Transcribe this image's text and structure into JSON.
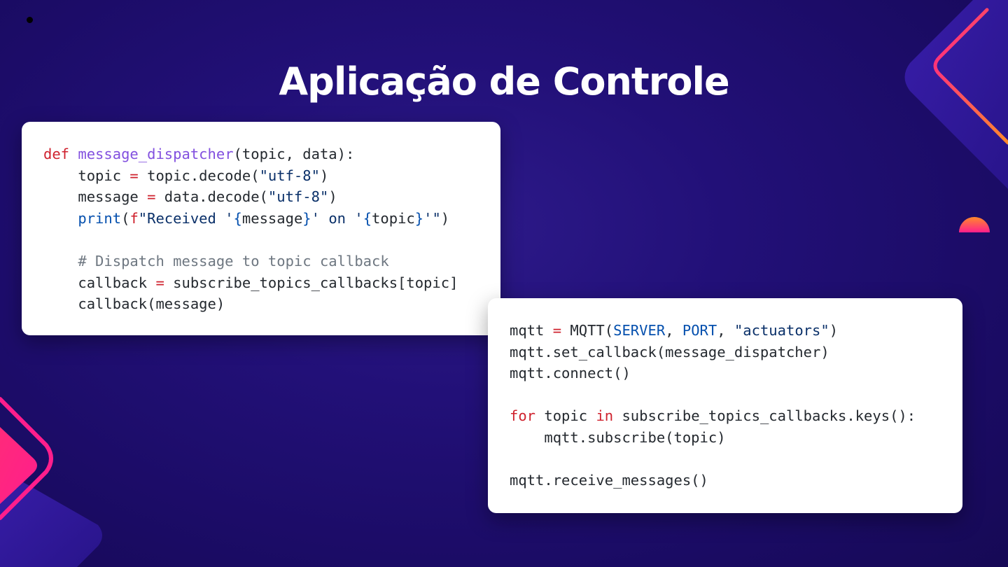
{
  "slide": {
    "title": "Aplicação de Controle",
    "colors": {
      "background": "#1d0c66",
      "accent_pink": "#ff1e8c",
      "accent_orange": "#ff8a2b",
      "accent_purple": "#3b1fb0"
    }
  },
  "code_block_1": {
    "lines": [
      [
        {
          "t": "def",
          "c": "kw"
        },
        {
          "t": " ",
          "c": "plain"
        },
        {
          "t": "message_dispatcher",
          "c": "fn"
        },
        {
          "t": "(topic, data):",
          "c": "plain"
        }
      ],
      [
        {
          "t": "    topic ",
          "c": "plain"
        },
        {
          "t": "=",
          "c": "op"
        },
        {
          "t": " topic.decode(",
          "c": "plain"
        },
        {
          "t": "\"utf-8\"",
          "c": "str"
        },
        {
          "t": ")",
          "c": "plain"
        }
      ],
      [
        {
          "t": "    message ",
          "c": "plain"
        },
        {
          "t": "=",
          "c": "op"
        },
        {
          "t": " data.decode(",
          "c": "plain"
        },
        {
          "t": "\"utf-8\"",
          "c": "str"
        },
        {
          "t": ")",
          "c": "plain"
        }
      ],
      [
        {
          "t": "    ",
          "c": "plain"
        },
        {
          "t": "print",
          "c": "bi"
        },
        {
          "t": "(",
          "c": "plain"
        },
        {
          "t": "f",
          "c": "kw"
        },
        {
          "t": "\"Received '",
          "c": "str"
        },
        {
          "t": "{",
          "c": "bi"
        },
        {
          "t": "message",
          "c": "plain"
        },
        {
          "t": "}",
          "c": "bi"
        },
        {
          "t": "' on '",
          "c": "str"
        },
        {
          "t": "{",
          "c": "bi"
        },
        {
          "t": "topic",
          "c": "plain"
        },
        {
          "t": "}",
          "c": "bi"
        },
        {
          "t": "'\"",
          "c": "str"
        },
        {
          "t": ")",
          "c": "plain"
        }
      ],
      [
        {
          "t": "",
          "c": "plain"
        }
      ],
      [
        {
          "t": "    # Dispatch message to topic callback",
          "c": "cm"
        }
      ],
      [
        {
          "t": "    callback ",
          "c": "plain"
        },
        {
          "t": "=",
          "c": "op"
        },
        {
          "t": " subscribe_topics_callbacks[topic]",
          "c": "plain"
        }
      ],
      [
        {
          "t": "    callback(message)",
          "c": "plain"
        }
      ]
    ]
  },
  "code_block_2": {
    "lines": [
      [
        {
          "t": "mqtt ",
          "c": "plain"
        },
        {
          "t": "=",
          "c": "op"
        },
        {
          "t": " MQTT(",
          "c": "plain"
        },
        {
          "t": "SERVER",
          "c": "bi"
        },
        {
          "t": ", ",
          "c": "plain"
        },
        {
          "t": "PORT",
          "c": "bi"
        },
        {
          "t": ", ",
          "c": "plain"
        },
        {
          "t": "\"actuators\"",
          "c": "str"
        },
        {
          "t": ")",
          "c": "plain"
        }
      ],
      [
        {
          "t": "mqtt.set_callback(message_dispatcher)",
          "c": "plain"
        }
      ],
      [
        {
          "t": "mqtt.connect()",
          "c": "plain"
        }
      ],
      [
        {
          "t": "",
          "c": "plain"
        }
      ],
      [
        {
          "t": "for",
          "c": "kw"
        },
        {
          "t": " topic ",
          "c": "plain"
        },
        {
          "t": "in",
          "c": "kw"
        },
        {
          "t": " subscribe_topics_callbacks.keys():",
          "c": "plain"
        }
      ],
      [
        {
          "t": "    mqtt.subscribe(topic)",
          "c": "plain"
        }
      ],
      [
        {
          "t": "",
          "c": "plain"
        }
      ],
      [
        {
          "t": "mqtt.receive_messages()",
          "c": "plain"
        }
      ]
    ]
  }
}
